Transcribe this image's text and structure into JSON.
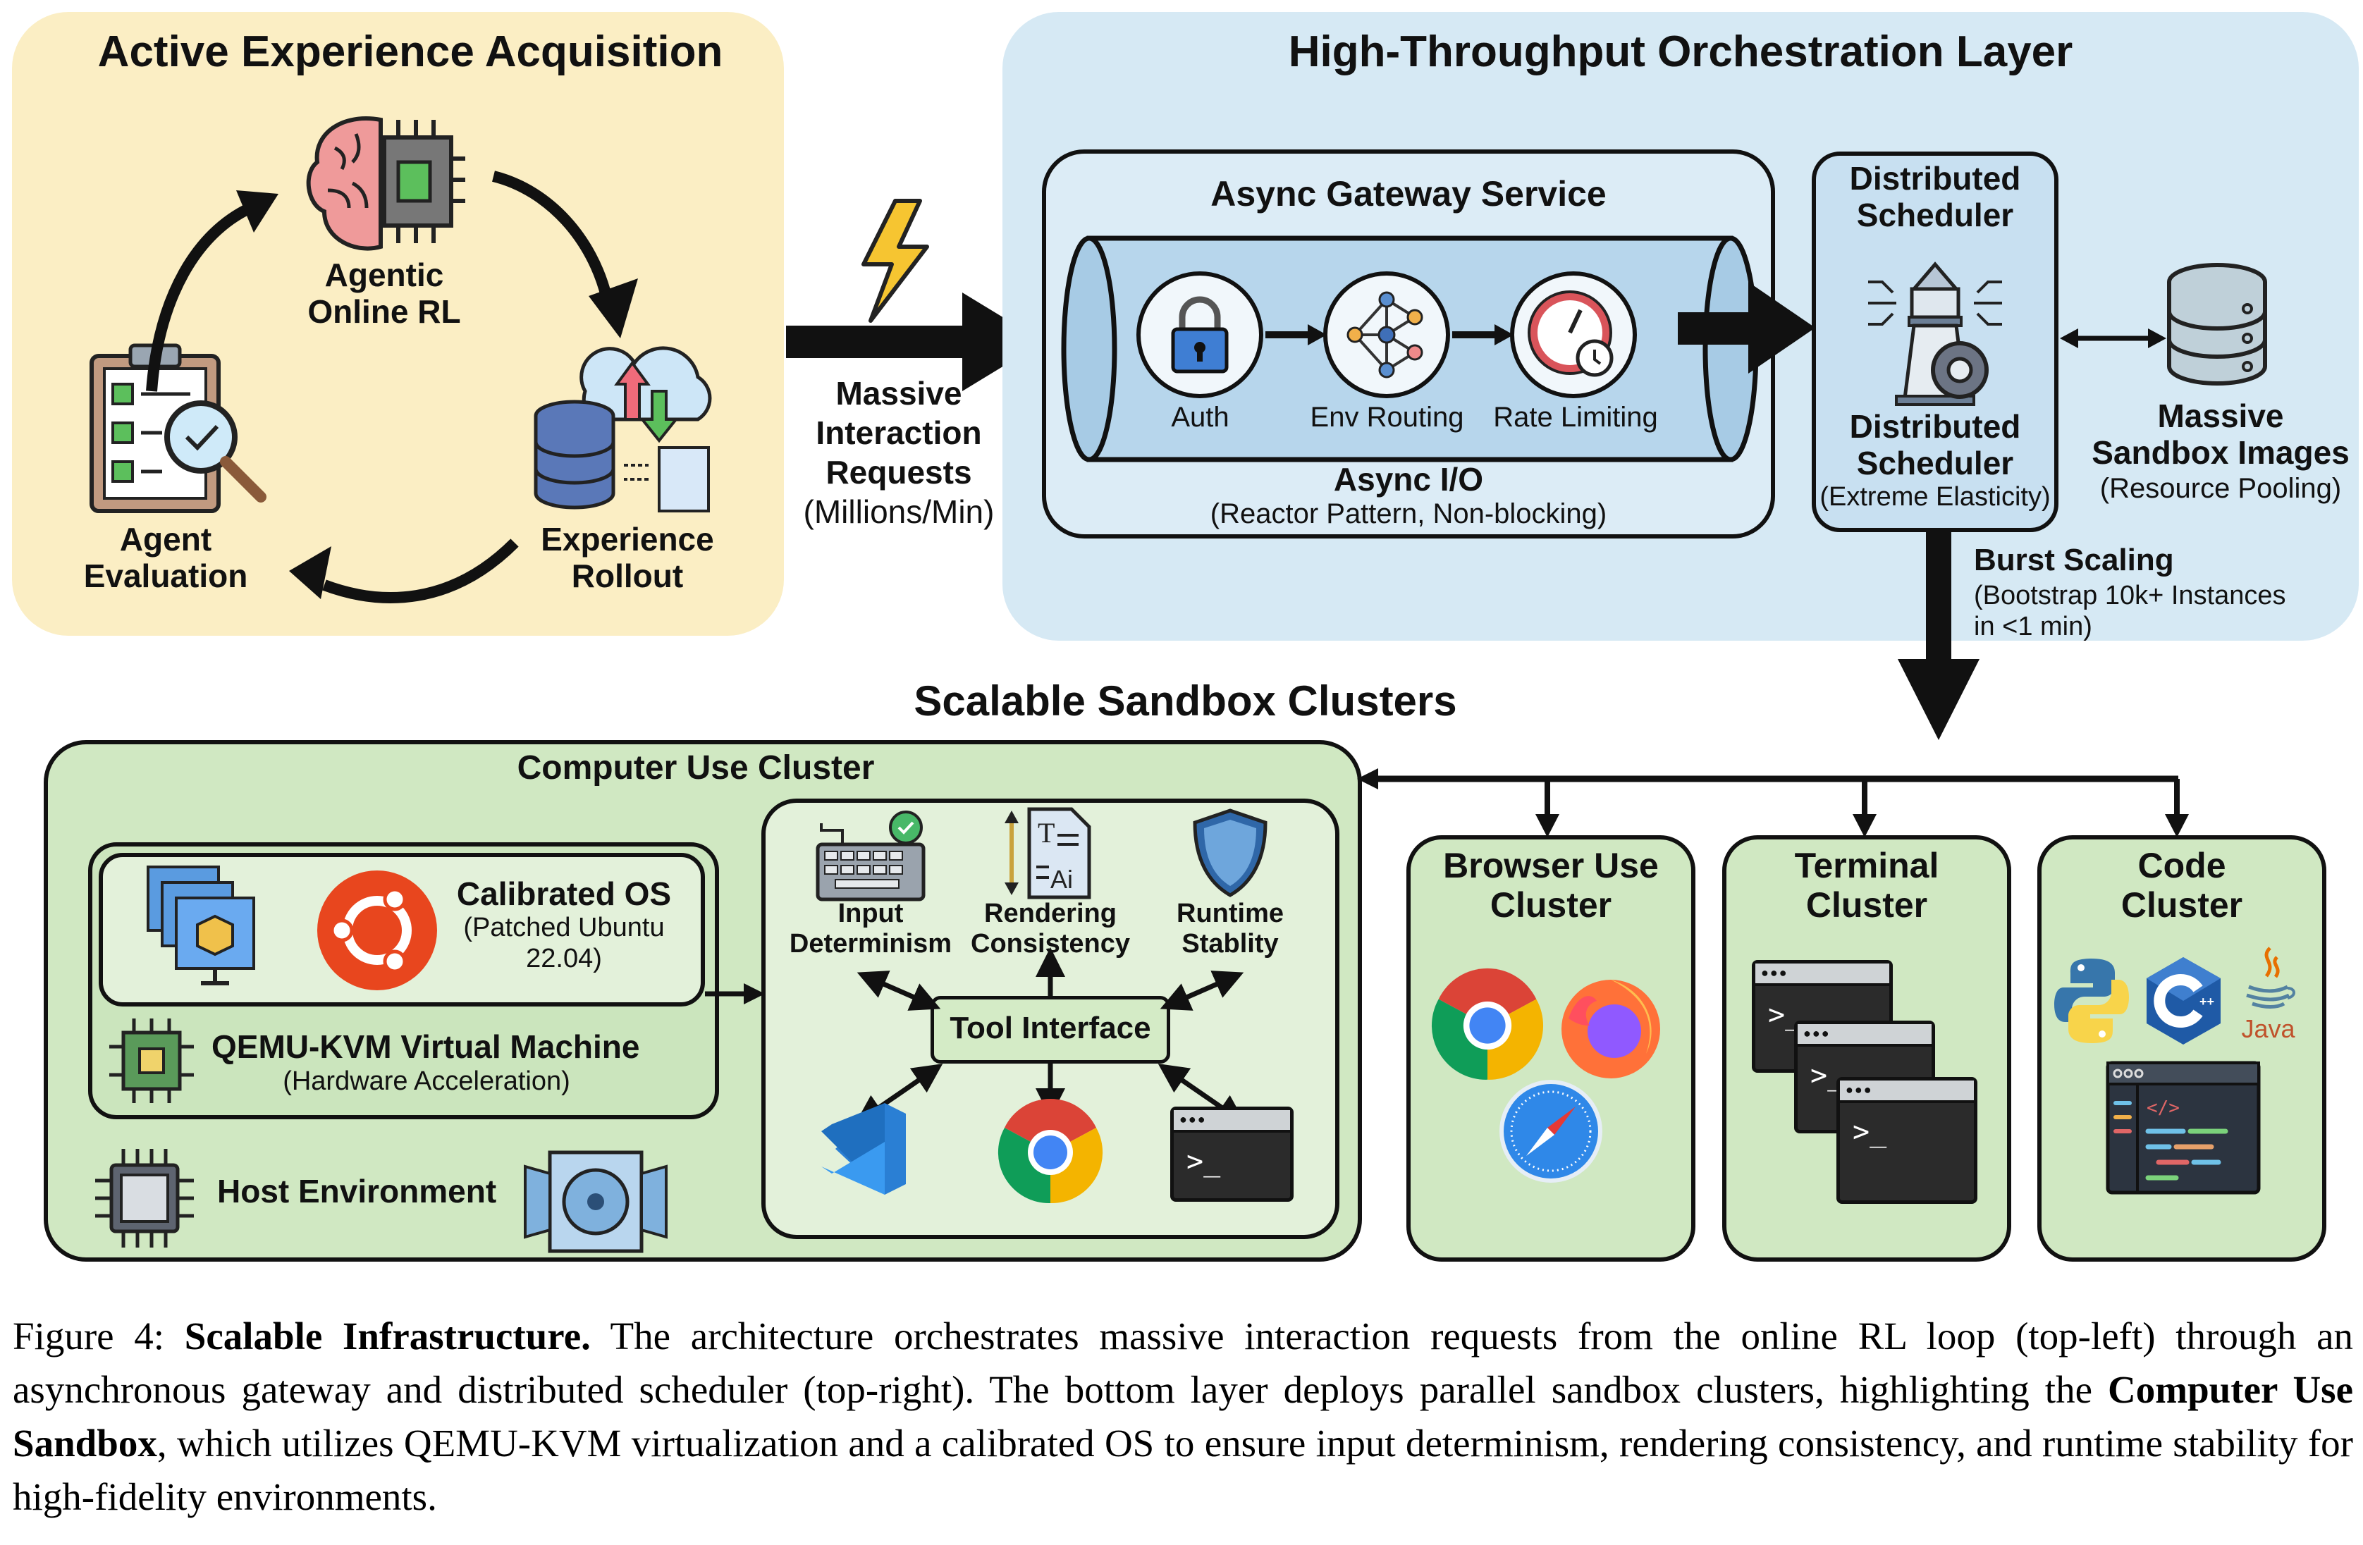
{
  "top_left": {
    "title": "Active Experience Acquisition",
    "nodes": [
      {
        "label_line1": "Agentic",
        "label_line2": "Online RL",
        "icon": "brain-chip-icon"
      },
      {
        "label_line1": "Experience",
        "label_line2": "Rollout",
        "icon": "database-cloud-icon"
      },
      {
        "label_line1": "Agent",
        "label_line2": "Evaluation",
        "icon": "clipboard-magnifier-icon"
      }
    ]
  },
  "requests": {
    "line1": "Massive",
    "line2": "Interaction",
    "line3": "Requests",
    "sub": "(Millions/Min)",
    "icon": "lightning-icon"
  },
  "top_right": {
    "title": "High-Throughput Orchestration Layer",
    "gateway": {
      "title": "Async Gateway Service",
      "steps": [
        {
          "label": "Auth",
          "icon": "lock-icon"
        },
        {
          "label": "Env Routing",
          "icon": "network-icon"
        },
        {
          "label": "Rate Limiting",
          "icon": "gauge-icon"
        }
      ],
      "io_label": "Async I/O",
      "io_sub": "(Reactor Pattern, Non-blocking)"
    },
    "scheduler": {
      "top_line1": "Distributed",
      "top_line2": "Scheduler",
      "bottom_line1": "Distributed",
      "bottom_line2": "Scheduler",
      "sub": "(Extreme Elasticity)",
      "icon": "lighthouse-gear-icon"
    },
    "images": {
      "line1": "Massive",
      "line2": "Sandbox Images",
      "sub": "(Resource Pooling)",
      "icon": "database-icon"
    },
    "burst": {
      "title": "Burst Scaling",
      "sub_line1": "(Bootstrap 10k+ Instances",
      "sub_line2": "in <1 min)"
    }
  },
  "bottom": {
    "title": "Scalable Sandbox Clusters",
    "computer_use": {
      "title": "Computer Use Cluster",
      "os": {
        "title": "Calibrated OS",
        "sub_line1": "(Patched Ubuntu",
        "sub_line2": "22.04)"
      },
      "vm": {
        "title": "QEMU-KVM Virtual Machine",
        "sub": "(Hardware Acceleration)"
      },
      "host": {
        "title": "Host Environment"
      },
      "properties": [
        {
          "line1": "Input",
          "line2": "Determinism",
          "icon": "keyboard-check-icon"
        },
        {
          "line1": "Rendering",
          "line2": "Consistency",
          "icon": "text-render-icon"
        },
        {
          "line1": "Runtime",
          "line2": "Stablity",
          "icon": "shield-icon"
        }
      ],
      "tool_interface": "Tool Interface",
      "tools": [
        "vscode-icon",
        "chrome-icon",
        "terminal-icon"
      ]
    },
    "clusters": [
      {
        "line1": "Browser Use",
        "line2": "Cluster"
      },
      {
        "line1": "Terminal",
        "line2": "Cluster"
      },
      {
        "line1": "Code",
        "line2": "Cluster",
        "java_label": "Java"
      }
    ],
    "terminal_prompt": ">_"
  },
  "caption": {
    "prefix": "Figure 4: ",
    "bold1": "Scalable Infrastructure.",
    "text1": " The architecture orchestrates massive interaction requests from the online RL loop (top-left) through an asynchronous gateway and distributed scheduler (top-right). The bottom layer deploys parallel sandbox clusters, highlighting the ",
    "bold2": "Computer Use Sandbox",
    "text2": ", which utilizes QEMU-KVM virtualization and a calibrated OS to ensure input determinism, rendering consistency, and runtime stability for high-fidelity environments."
  },
  "colors": {
    "yellow_panel": "#fbeec4",
    "blue_panel": "#d6e9f4",
    "green_panel": "#d9edcd",
    "arrow": "#111111",
    "ubuntu": "#e8461e"
  }
}
